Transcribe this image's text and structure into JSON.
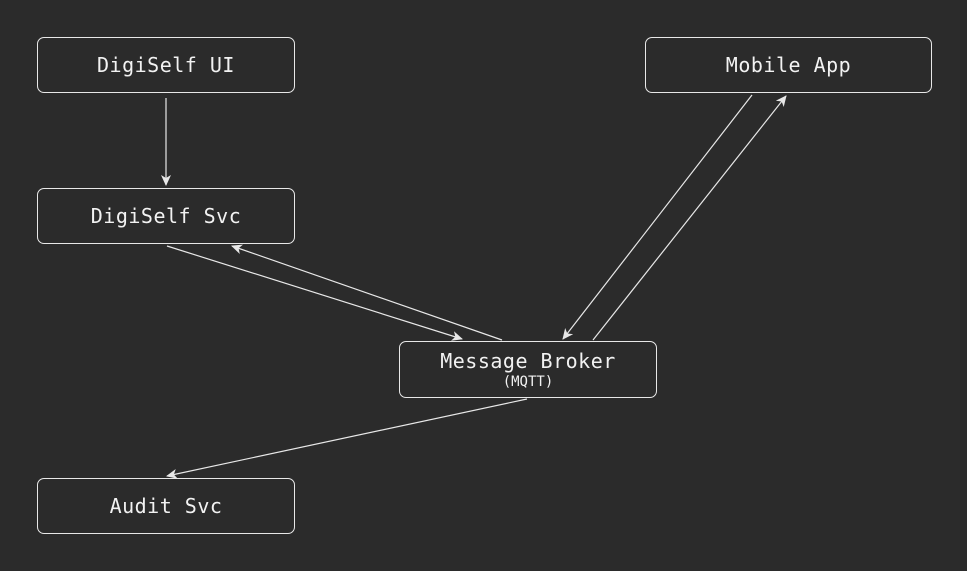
{
  "colors": {
    "background": "#2b2b2b",
    "stroke": "#e8e8e8",
    "text": "#f2f2f2"
  },
  "nodes": {
    "digiself_ui": {
      "label": "DigiSelf UI"
    },
    "mobile_app": {
      "label": "Mobile App"
    },
    "digiself_svc": {
      "label": "DigiSelf Svc"
    },
    "message_broker": {
      "label": "Message Broker",
      "sublabel": "(MQTT)"
    },
    "audit_svc": {
      "label": "Audit Svc"
    }
  },
  "edges": [
    {
      "from": "DigiSelf UI",
      "to": "DigiSelf Svc"
    },
    {
      "from": "DigiSelf Svc",
      "to": "Message Broker"
    },
    {
      "from": "Message Broker",
      "to": "DigiSelf Svc"
    },
    {
      "from": "Mobile App",
      "to": "Message Broker"
    },
    {
      "from": "Message Broker",
      "to": "Mobile App"
    },
    {
      "from": "Message Broker",
      "to": "Audit Svc"
    }
  ]
}
